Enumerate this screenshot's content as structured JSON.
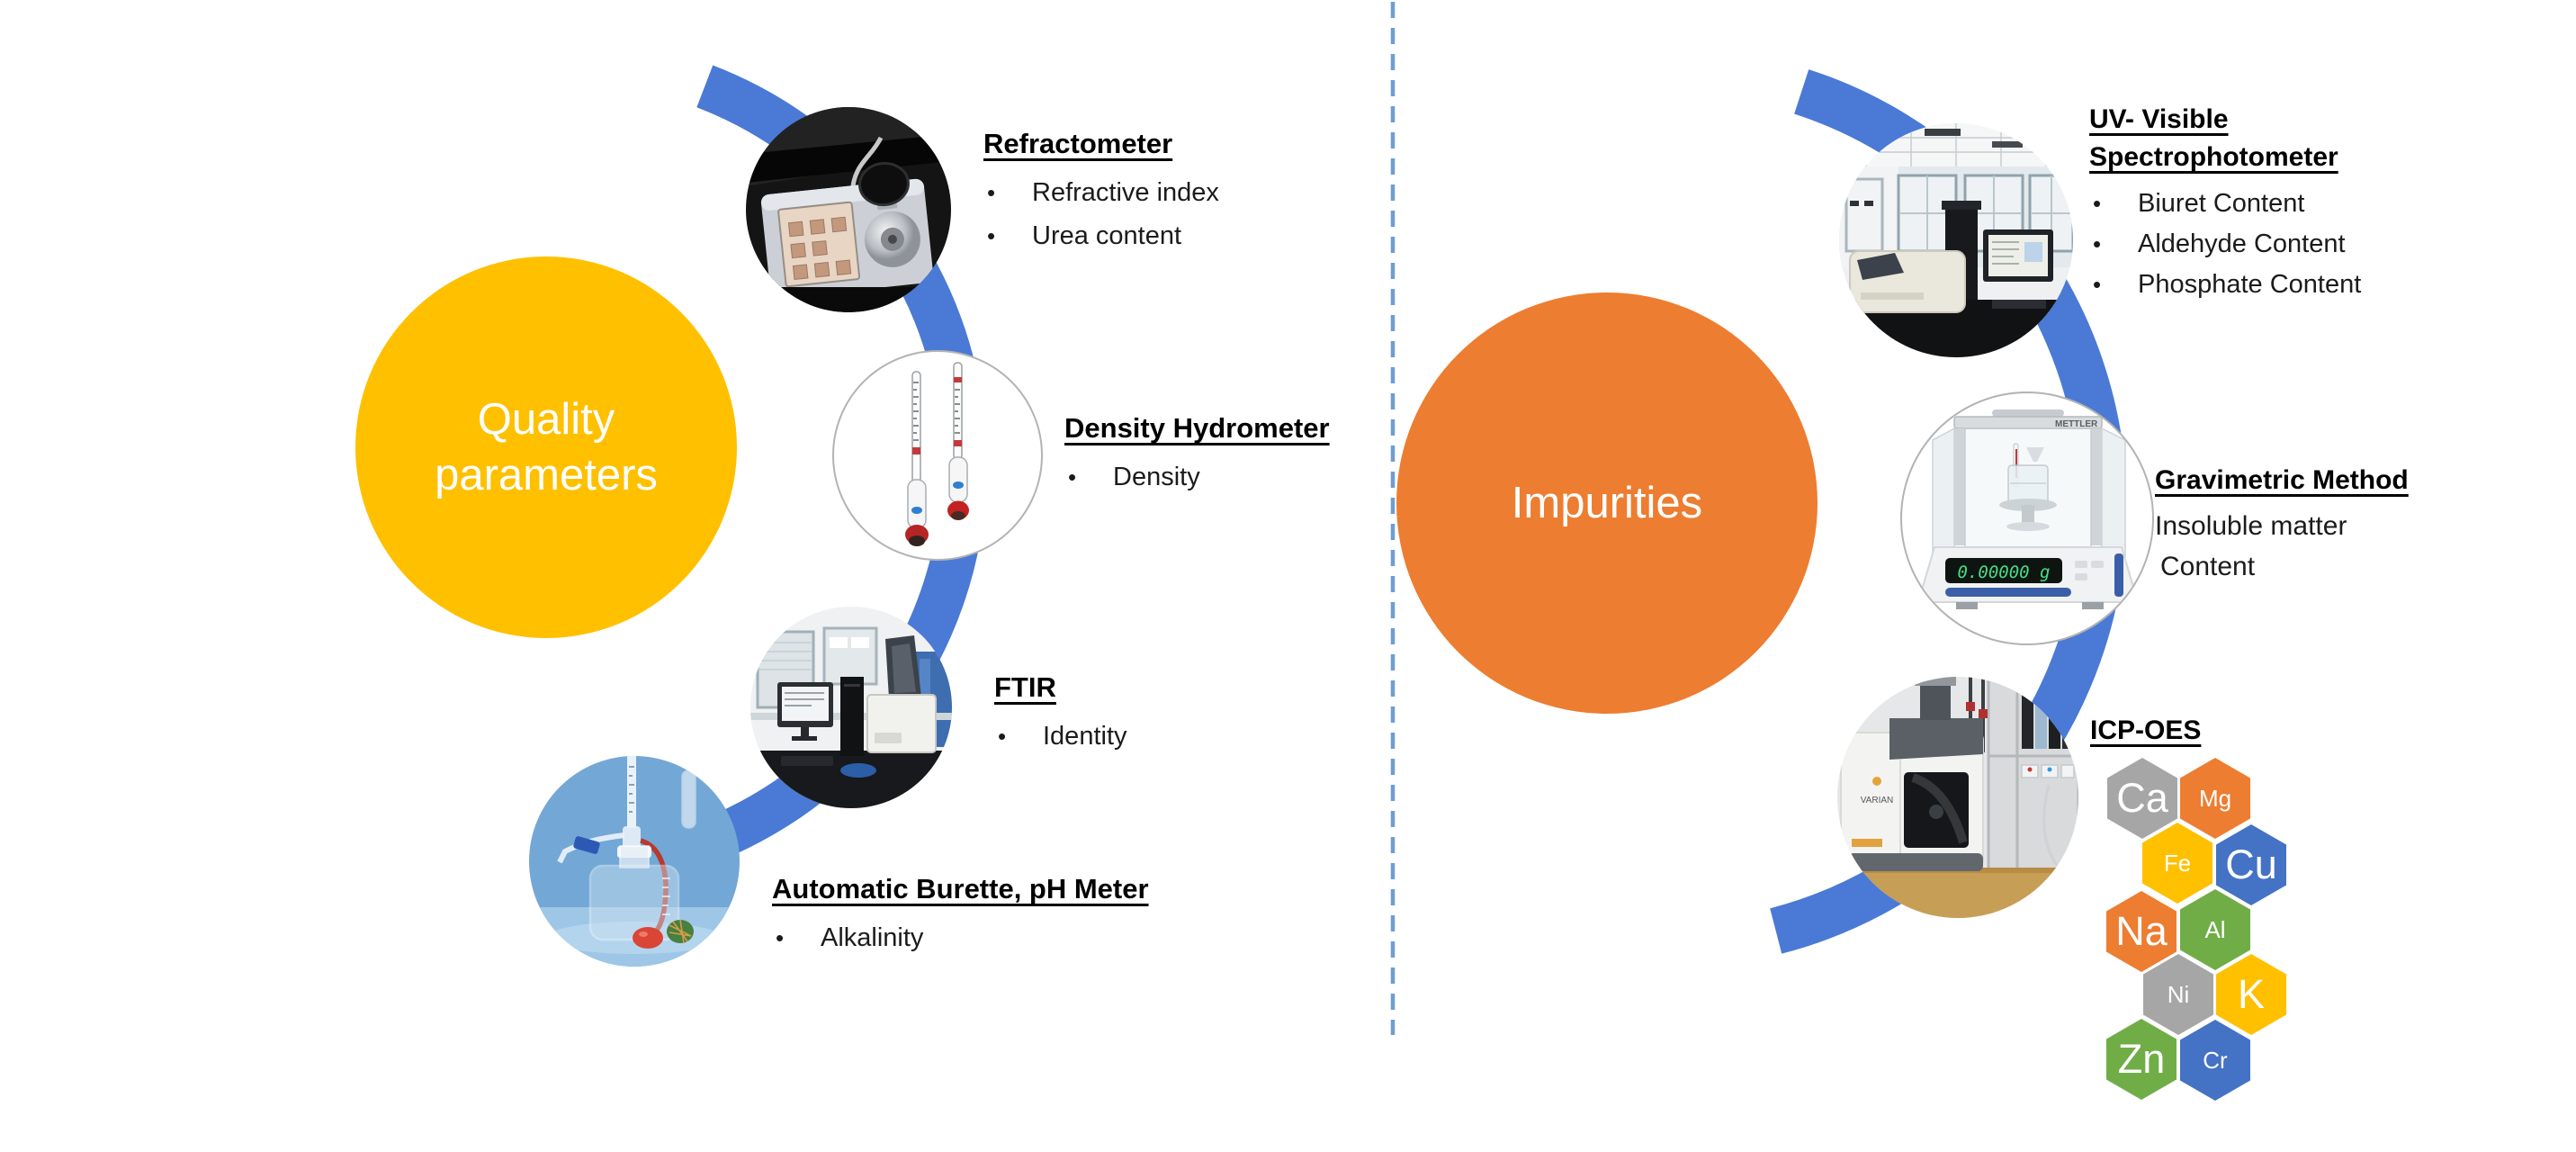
{
  "slide": {
    "background": "#ffffff"
  },
  "bullet_glyph": "•",
  "ribbon_color": "#4a7ad5",
  "divider": {
    "color": "#6f9dd1"
  },
  "left": {
    "hub": {
      "label": "Quality parameters",
      "color": "#FFC000",
      "text_color": "#ffffff"
    },
    "items": [
      {
        "title": "Refractometer",
        "bullets": [
          "Refractive index",
          "Urea content"
        ],
        "image": "refractometer-photo"
      },
      {
        "title": "Density Hydrometer",
        "bullets": [
          "Density"
        ],
        "image": "density-hydrometers-photo"
      },
      {
        "title": "FTIR",
        "bullets": [
          "Identity"
        ],
        "image": "ftir-spectrometer-photo"
      },
      {
        "title": "Automatic Burette, pH Meter",
        "bullets": [
          "Alkalinity"
        ],
        "image": "automatic-burette-photo"
      }
    ]
  },
  "right": {
    "hub": {
      "label": "Impurities",
      "color": "#ED7D31",
      "text_color": "#ffffff"
    },
    "items": [
      {
        "title": "UV- Visible Spectrophotometer",
        "title_lines": [
          "UV- Visible",
          "Spectrophotometer"
        ],
        "bullets": [
          "Biuret Content",
          "Aldehyde Content",
          "Phosphate Content"
        ],
        "image": "uv-vis-spectrophotometer-photo"
      },
      {
        "title": "Gravimetric Method",
        "lines": [
          "Insoluble matter",
          "Content"
        ],
        "image": "analytical-balance-photo"
      },
      {
        "title": "ICP-OES",
        "image": "icp-oes-photo"
      }
    ],
    "icp_elements": [
      {
        "symbol": "Ca",
        "color": "#A6A6A6",
        "size": "large"
      },
      {
        "symbol": "Mg",
        "color": "#ED7D31",
        "size": "small"
      },
      {
        "symbol": "Fe",
        "color": "#FFC000",
        "size": "small"
      },
      {
        "symbol": "Cu",
        "color": "#4472C4",
        "size": "large"
      },
      {
        "symbol": "Na",
        "color": "#ED7D31",
        "size": "large"
      },
      {
        "symbol": "Al",
        "color": "#70AD47",
        "size": "small"
      },
      {
        "symbol": "Ni",
        "color": "#A6A6A6",
        "size": "small"
      },
      {
        "symbol": "K",
        "color": "#FFC000",
        "size": "large"
      },
      {
        "symbol": "Zn",
        "color": "#70AD47",
        "size": "large"
      },
      {
        "symbol": "Cr",
        "color": "#4472C4",
        "size": "small"
      }
    ]
  },
  "photos": {
    "balance": {
      "display": "0.00000 g",
      "brand": "METTLER"
    },
    "icp": {
      "brand": "VARIAN"
    }
  }
}
